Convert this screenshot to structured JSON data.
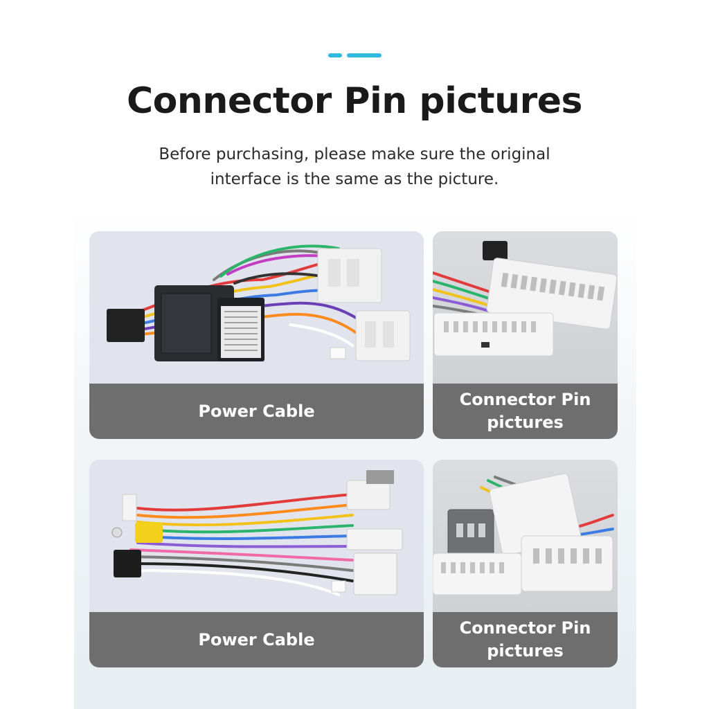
{
  "header": {
    "title": "Connector Pin pictures",
    "subtitle": "Before purchasing, please make sure the original interface is the same as the picture."
  },
  "cards": [
    {
      "label": "Power Cable"
    },
    {
      "label": "Connector Pin pictures"
    },
    {
      "label": "Power Cable"
    },
    {
      "label": "Connector Pin pictures"
    }
  ],
  "colors": {
    "accent": "#2fb8e0",
    "label_bg": "#6e6e6e"
  }
}
